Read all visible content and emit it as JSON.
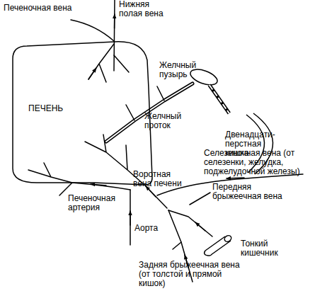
{
  "diagram": {
    "nodes": [
      {
        "text": [
          "ПЕЧЕНЬ"
        ]
      },
      {
        "text": [
          "Желчный пузырь"
        ]
      },
      {
        "text": [
          "Двенадцати- перстная кишка"
        ]
      },
      {
        "text": [
          "Тонкий кишечник"
        ]
      }
    ],
    "edges": [
      {
        "from": 1,
        "to": 2,
        "arrow": "none"
      }
    ],
    "labels": [
      "Печеночная вена",
      "Нижняя полая вена",
      "Желчный проток",
      "Селезеночная вена (от селезенки, желудка, поджелудочной железы)",
      "Передняя брыжеечная вена",
      "Воротная вена печени",
      "Печеночная артерия",
      "Аорта",
      "Задняя брыжеечная вена (от толстой и прямой кишок)"
    ]
  }
}
